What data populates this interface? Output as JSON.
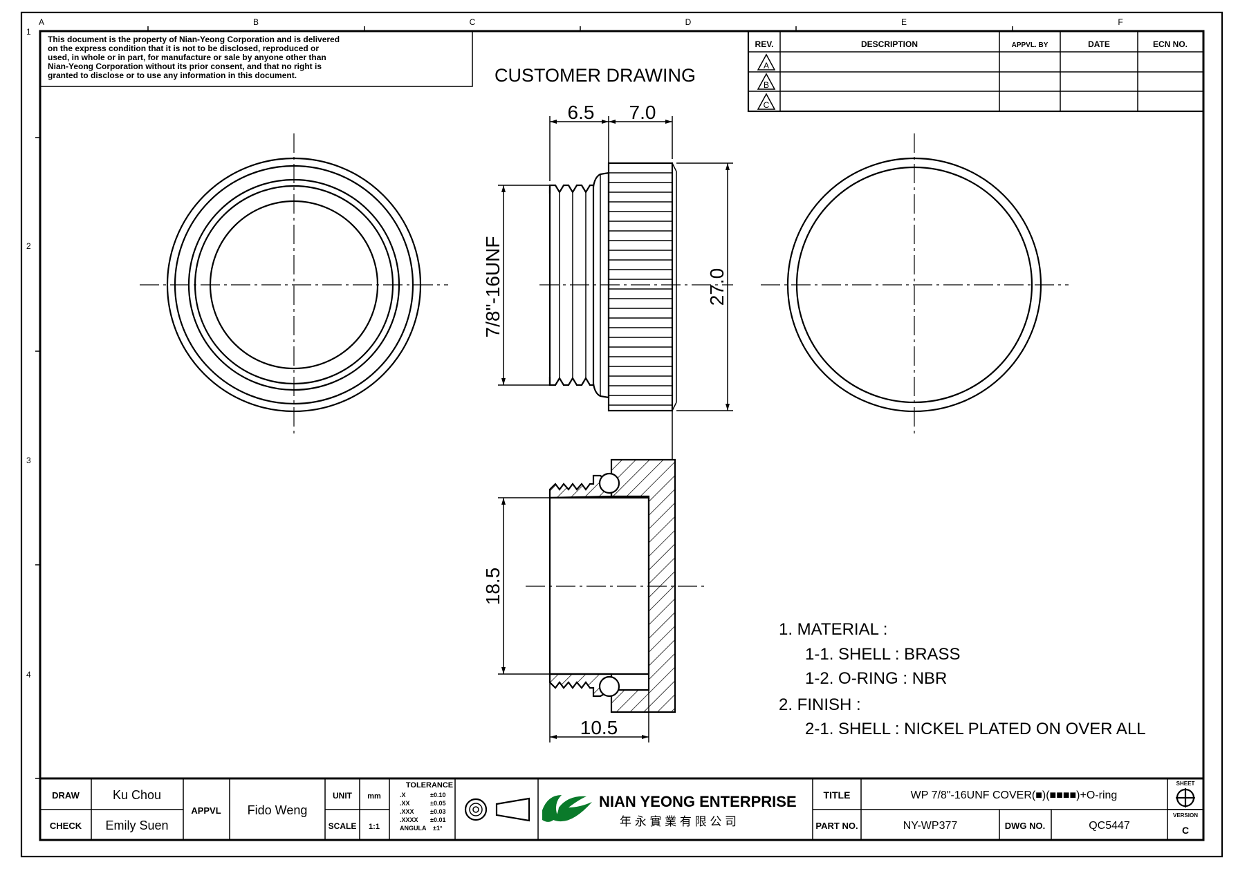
{
  "disclaimer": {
    "lines": [
      "This document is the property of Nian-Yeong Corporation and is delivered",
      "on  the  express condition that it is not to be disclosed, reproduced or",
      "used, in whole or in part, for manufacture or sale by anyone other than",
      "Nian-Yeong Corporation without  its prior consent, and that  no right  is",
      "granted to disclose or to use any information in this  document."
    ]
  },
  "drawing_title": "CUSTOMER  DRAWING",
  "zone_letters": [
    "A",
    "B",
    "C",
    "D",
    "E",
    "F"
  ],
  "zone_numbers": [
    "1",
    "2",
    "3",
    "4"
  ],
  "revision_table": {
    "headers": {
      "rev": "REV.",
      "description": "DESCRIPTION",
      "appvl_by": "APPVL. BY",
      "date": "DATE",
      "ecn": "ECN NO."
    },
    "rows": [
      {
        "rev": "A"
      },
      {
        "rev": "B"
      },
      {
        "rev": "C"
      }
    ]
  },
  "dimensions": {
    "d1": "6.5",
    "d2": "7.0",
    "thread": "7/8\"-16UNF",
    "outer": "27.0",
    "bore": "18.5",
    "depth": "10.5"
  },
  "notes": [
    "1. MATERIAL :",
    "1-1. SHELL : BRASS",
    "1-2. O-RING : NBR",
    "2. FINISH :",
    "2-1. SHELL : NICKEL PLATED ON OVER ALL"
  ],
  "title_block": {
    "draw_label": "DRAW",
    "draw_value": "Ku Chou",
    "check_label": "CHECK",
    "check_value": "Emily Suen",
    "appvl_label": "APPVL",
    "appvl_value": "Fido Weng",
    "unit_label": "UNIT",
    "unit_value": "mm",
    "scale_label": "SCALE",
    "scale_value": "1:1",
    "tolerance": {
      "title": "TOLERANCE",
      "rows": [
        {
          "k": ".X",
          "v": "±0.10"
        },
        {
          "k": ".XX",
          "v": "±0.05"
        },
        {
          "k": ".XXX",
          "v": "±0.03"
        },
        {
          "k": ".XXXX",
          "v": "±0.01"
        },
        {
          "k": "ANGULA",
          "v": "±1°"
        }
      ]
    },
    "company_en": "NIAN YEONG ENTERPRISE",
    "company_zh": "年 永 實 業 有 限 公 司",
    "title_label": "TITLE",
    "title_value": "WP 7/8\"-16UNF COVER(■)(■■■■)+O-ring",
    "part_label": "PART NO.",
    "part_value": "NY-WP377",
    "dwg_label": "DWG NO.",
    "dwg_value": "QC5447",
    "sheet_label": "SHEET",
    "version_label": "VERSION",
    "version_value": "C"
  }
}
